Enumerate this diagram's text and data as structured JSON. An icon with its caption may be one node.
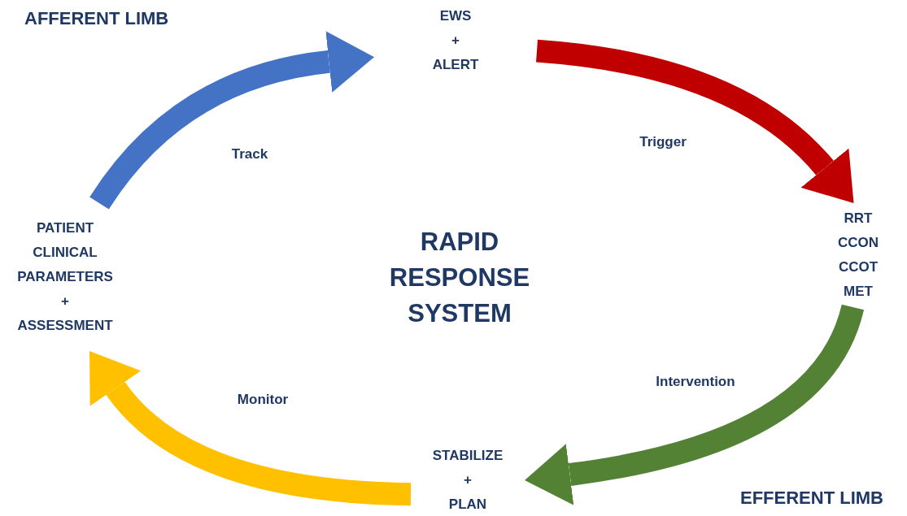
{
  "diagram": {
    "nodes": [
      {
        "text": [
          "EWS + ALERT"
        ]
      },
      {
        "text": [
          "RRT CCON CCOT MET"
        ]
      },
      {
        "text": [
          "STABILIZE + PLAN"
        ]
      },
      {
        "text": [
          "PATIENT CLINICAL PARAMETERS + ASSESSMENT"
        ]
      }
    ],
    "edges": [
      {
        "from": 3,
        "to": 0,
        "arrow": "to",
        "label": "Track",
        "color": "#4472c4"
      },
      {
        "from": 0,
        "to": 1,
        "arrow": "to",
        "label": "Trigger",
        "color": "#c00000"
      },
      {
        "from": 1,
        "to": 2,
        "arrow": "to",
        "label": "Intervention",
        "color": "#548235"
      },
      {
        "from": 2,
        "to": 3,
        "arrow": "to",
        "label": "Monitor",
        "color": "#ffc000"
      }
    ],
    "labels": [
      "AFFERENT LIMB",
      "RAPID RESPONSE SYSTEM",
      "EFFERENT LIMB"
    ]
  }
}
